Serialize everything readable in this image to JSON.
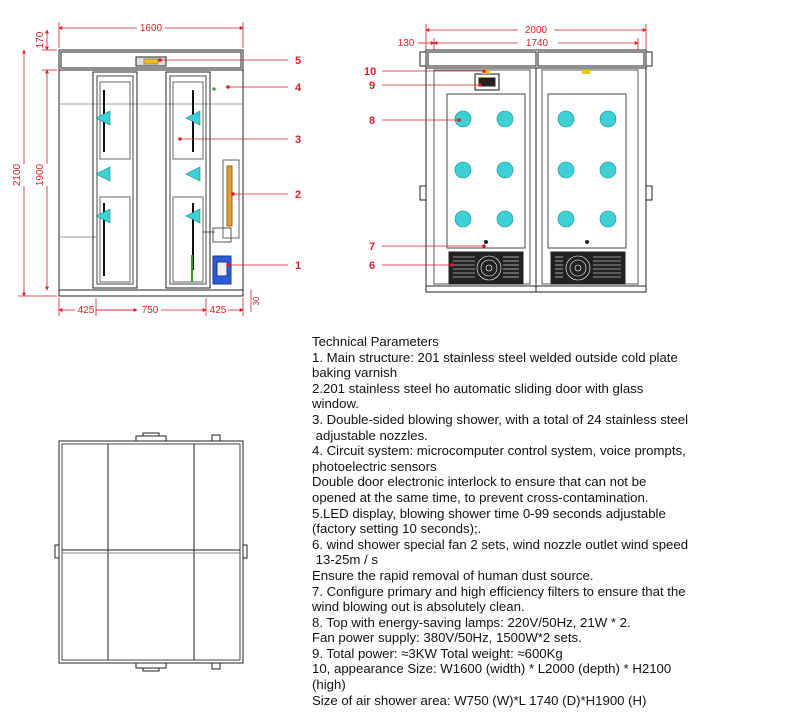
{
  "dimensions": {
    "front_width": "1600",
    "front_top": "170",
    "front_height_total": "2100",
    "front_height_inner": "1900",
    "front_bottom_left": "425",
    "front_bottom_mid": "750",
    "front_bottom_right": "425",
    "front_bottom_gap": "30",
    "side_width": "2000",
    "side_left": "130",
    "side_inner": "1740"
  },
  "callouts": {
    "c1": "1",
    "c2": "2",
    "c3": "3",
    "c4": "4",
    "c5": "5",
    "c6": "6",
    "c7": "7",
    "c8": "8",
    "c9": "9",
    "c10": "10"
  },
  "technical": {
    "title": "Technical Parameters",
    "lines": [
      "1. Main structure: 201 stainless steel welded outside cold plate",
      "baking varnish",
      "2.201 stainless steel ho automatic sliding door with glass",
      "window.",
      "3. Double-sided blowing shower, with a total of 24 stainless steel",
      " adjustable nozzles.",
      "4. Circuit system: microcomputer control system, voice prompts,",
      "photoelectric sensors",
      "Double door electronic interlock to ensure that can not be",
      "opened at the same time, to prevent cross-contamination.",
      "5.LED display, blowing shower time 0-99 seconds adjustable",
      "(factory setting 10 seconds);.",
      "6. wind shower special fan 2 sets, wind nozzle outlet wind speed",
      " 13-25m / s",
      "Ensure the rapid removal of human dust source.",
      "7. Configure primary and high efficiency filters to ensure that the",
      "wind blowing out is absolutely clean.",
      "8. Top with energy-saving lamps: 220V/50Hz, 21W * 2.",
      "Fan power supply: 380V/50Hz, 1500W*2 sets.",
      "9. Total power: ≈3KW Total weight: ≈600Kg",
      "10, appearance Size: W1600 (width) * L2000 (depth) * H2100",
      "(high)",
      "Size of air shower area: W750 (W)*L 1740 (D)*H1900 (H)"
    ]
  }
}
